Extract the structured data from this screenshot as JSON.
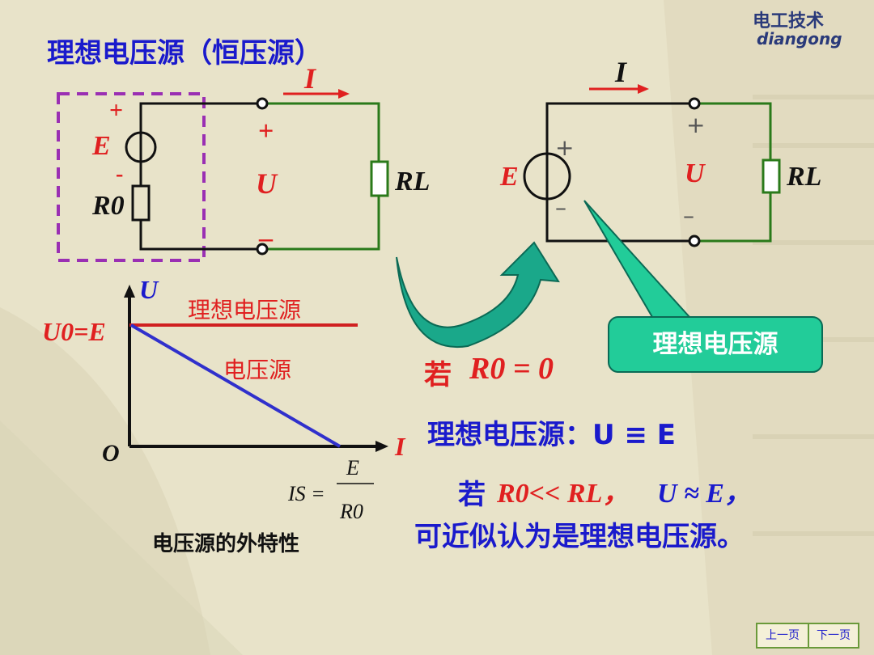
{
  "title": "理想电压源（恒压源）",
  "logo": {
    "cn": "电工技术",
    "en": "diangong"
  },
  "left_circuit": {
    "current": "I",
    "plus_top": "+",
    "source": "E",
    "minus_mid": "-",
    "resistor": "R0",
    "plus_out": "+",
    "voltage": "U",
    "minus_out": "–",
    "load": "RL"
  },
  "right_circuit": {
    "current": "I",
    "source": "E",
    "plus_src": "+",
    "minus_src": "–",
    "plus_out": "+",
    "voltage": "U",
    "minus_out": "–",
    "load": "RL"
  },
  "graph": {
    "y_axis": "U",
    "x_axis": "I",
    "origin": "O",
    "y_intercept": "U0=E",
    "ideal_label": "理想电压源",
    "real_label": "电压源",
    "is_label": "IS =",
    "frac_num": "E",
    "frac_den": "R0",
    "caption": "电压源的外特性"
  },
  "callout": "理想电压源",
  "condition1_prefix": "若",
  "condition1_expr": "R0 = 0",
  "statement1": "理想电压源：U ≡ E",
  "condition2_prefix": "若",
  "condition2_expr": "R0<< RL，",
  "condition2_tail": "U ≈ E，",
  "statement2": "可近似认为是理想电压源。",
  "nav": {
    "prev": "上一页",
    "next": "下一页"
  }
}
